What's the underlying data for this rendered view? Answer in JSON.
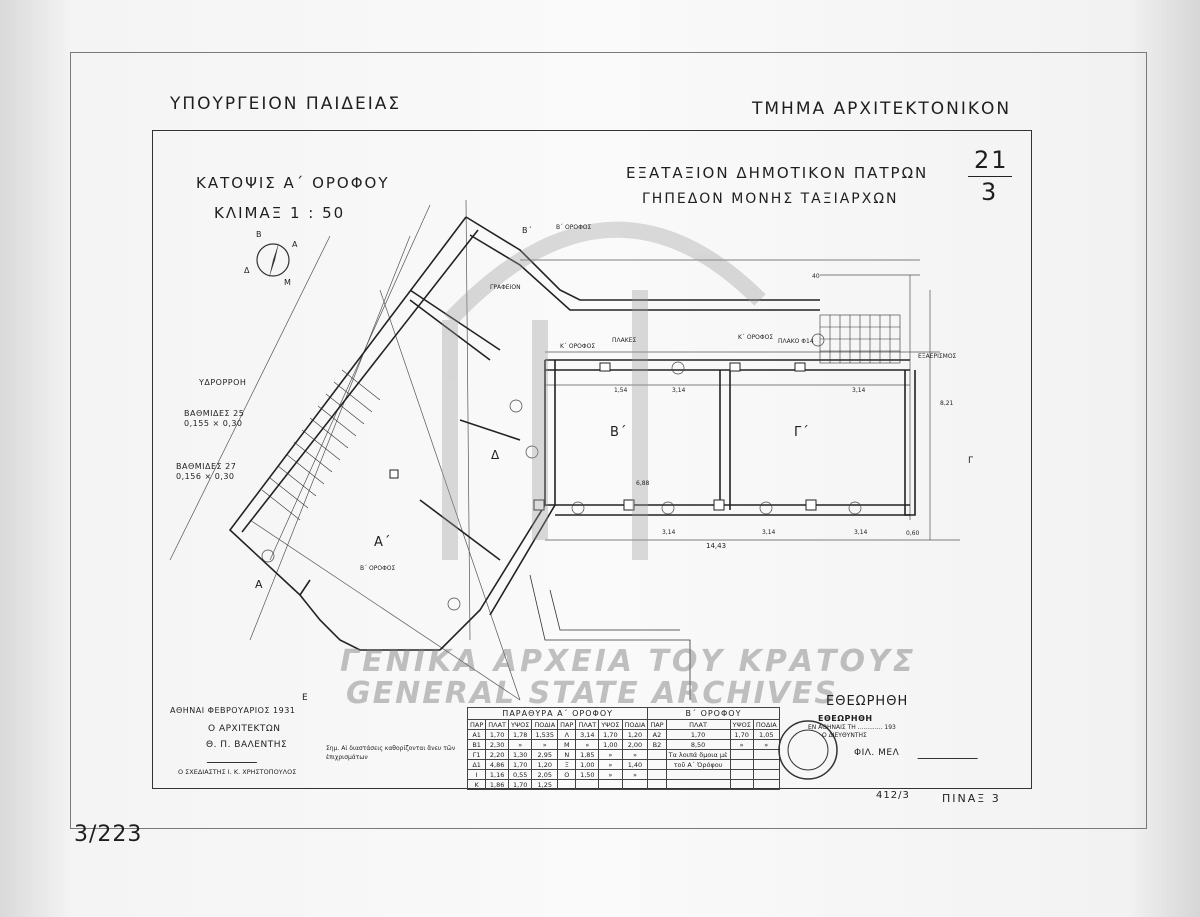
{
  "header": {
    "ministry": "ΥΠΟΥΡΓΕΙΟΝ ΠΑΙΔΕΙΑΣ",
    "department": "ΤΜΗΜΑ ΑΡΧΙΤΕΚΤΟΝΙΚΟΝ"
  },
  "title_block": {
    "view": "ΚΑΤΟΨΙΣ Α΄ ΟΡΟΦΟΥ",
    "scale": "ΚΛΙΜΑΞ 1 : 50",
    "project": "ΕΞΑΤΑΞΙΟΝ ΔΗΜΟΤΙΚΟΝ ΠΑΤΡΩΝ",
    "site": "ΓΗΠΕΔΟΝ ΜΟΝΗΣ ΤΑΞΙΑΡΧΩΝ",
    "sheet_top": "21",
    "sheet_bottom": "3"
  },
  "compass": {
    "n": "Β",
    "e": "Α",
    "w": "Δ",
    "s": "Μ"
  },
  "labels": {
    "gutter": "ΥΔΡΟΡΡΟΗ",
    "steps1": "ΒΑΘΜΙΔΕΣ 25",
    "steps1_dim": "0,155 × 0,30",
    "steps2": "ΒΑΘΜΙΔΕΣ 27",
    "steps2_dim": "0,156 × 0,30",
    "office": "ΓΡΑΦΕΙΟΝ",
    "section_b": "Β΄",
    "section_a": "Α΄",
    "section_g": "Γ΄",
    "section_d": "Δ",
    "mark_b": "Β΄",
    "mark_a": "Α",
    "mark_e": "Ε",
    "mark_g": "Γ",
    "class_b": "Β΄",
    "class_g": "Γ΄",
    "exit": "ΕΞΑΕΡΙΣΜΟΣ",
    "note_slab": "ΠΛΑΚΕΣ",
    "b_floor": "Β΄ ΟΡΟΦΟΣ",
    "k_floor": "Κ΄ ΟΡΟΦΟΣ",
    "ceiling_slab": "ΠΛΑΚΟ Φ14",
    "total_dim": "14,43",
    "dim_314": "3,14",
    "dim_154": "1,54",
    "dim_821": "8,21",
    "dim_688": "6,88",
    "dim_060": "0,60",
    "dim_40": "40",
    "note": "Σημ. Αἱ διαστάσεις καθορίζονται ἄνευ τῶν ἐπιχρισμάτων"
  },
  "signatures": {
    "place_date": "ΑΘΗΝΑΙ ΦΕΒΡΟΥΑΡΙΟΣ 1931",
    "architect_title": "Ο ΑΡΧΙΤΕΚΤΩΝ",
    "architect_name": "Θ. Π. ΒΑΛΕΝΤΗΣ",
    "draftsman": "Ο ΣΧΕΔΙΑΣΤΗΣ  Ι. Κ. ΧΡΗΣΤΟΠΟΥΛΟΣ",
    "reviewed": "ΕΘΕΩΡΗΘΗ",
    "stamp_title": "ΕΘΕΩΡΗΘΗ",
    "stamp_line1": "ΕΝ ΑΘΗΝΑΙΣ ΤΗ ............. 193",
    "stamp_line2": "Ο ΔΙΕΥΘΥΝΤΗΣ",
    "stamp_sign": "ΦΙΛ. ΜΕΛ"
  },
  "windows_table": {
    "title_a": "ΠΑΡΑΘΥΡΑ Α΄ ΟΡΟΦΟΥ",
    "title_b": "Β΄ ΟΡΟΦΟΥ",
    "headers": [
      "ΠΑΡ",
      "ΠΛΑΤ",
      "ΥΨΟΣ",
      "ΠΟΔΙΑ"
    ],
    "rows": [
      [
        "Α1",
        "1,70",
        "1,78",
        "1,535",
        "Λ",
        "3,14",
        "1,70",
        "1,20",
        "Α2",
        "1,70",
        "1,70",
        "1,05"
      ],
      [
        "Β1",
        "2,30",
        "»",
        "»",
        "Μ",
        "»",
        "1,00",
        "2,00",
        "Β2",
        "8,50",
        "»",
        "»"
      ],
      [
        "Γ1",
        "2,20",
        "1,30",
        "2,95",
        "Ν",
        "1,85",
        "»",
        "»",
        "",
        "Τα λοιπά ὅμοια μὲ",
        "",
        ""
      ],
      [
        "Δ1",
        "4,86",
        "1,70",
        "1,20",
        "Ξ",
        "1,00",
        "»",
        "1,40",
        "",
        "τοῦ Α΄ Ὀρόφου",
        "",
        ""
      ],
      [
        "Ι",
        "1,16",
        "0,55",
        "2,05",
        "Ο",
        "1,50",
        "»",
        "»",
        "",
        "",
        "",
        ""
      ],
      [
        "Κ",
        "1,86",
        "1,70",
        "1,25",
        "",
        "",
        "",
        "",
        "",
        "",
        "",
        ""
      ]
    ]
  },
  "footer": {
    "archive_number": "3/223",
    "sheet_ref": "412/3",
    "plate": "ΠΙΝΑΞ 3"
  },
  "watermark": {
    "greek": "ΓΕΝΙΚΑ ΑΡΧΕΙΑ ΤΟΥ ΚΡΑΤΟΥΣ",
    "english": "GENERAL STATE ARCHIVES"
  }
}
